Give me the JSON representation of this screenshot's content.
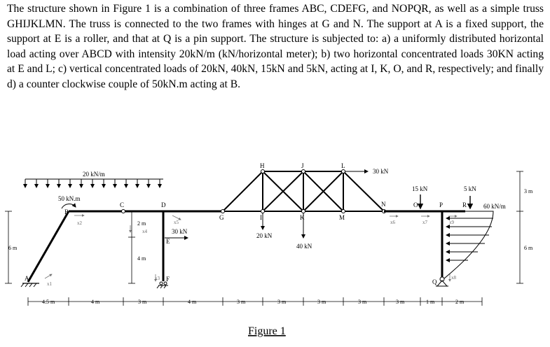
{
  "problem": {
    "paragraph": "The structure shown in Figure 1 is a combination of three frames ABC, CDEFG, and NOPQR, as well as a simple truss GHIJKLMN. The truss is connected to the two frames with hinges at G and N. The support at A is a fixed support, the support at E is a roller, and that at Q is a pin support. The structure is subjected to: a) a uniformly distributed horizontal load acting over ABCD with intensity 20kN/m (kN/horizontal meter); b) two horizontal concentrated loads 30KN acting at E and L; c) vertical concentrated loads of 20kN, 40kN, 15kN and 5kN, acting at I, K, O, and R, respectively; and finally d) a counter clockwise couple of 50kN.m acting at B."
  },
  "figure": {
    "caption": "Figure 1",
    "node_labels": {
      "A": "A",
      "B": "B",
      "C": "C",
      "D": "D",
      "E": "E",
      "F": "F",
      "G": "G",
      "H": "H",
      "I": "I",
      "J": "J",
      "K": "K",
      "L": "L",
      "M": "M",
      "N": "N",
      "O": "O",
      "P": "P",
      "Q": "Q",
      "R": "R"
    },
    "loads": {
      "udl": "20 kN/m",
      "couple": "50 kN.m",
      "at_L": "30 kN",
      "at_E": "30 kN",
      "at_I": "20 kN",
      "at_K": "40 kN",
      "at_O": "15 kN",
      "at_R": "5 kN",
      "distributed_right": "60 kN/m"
    },
    "local_axes": [
      "x1",
      "x2",
      "x3",
      "x4",
      "x5",
      "x6",
      "x7",
      "x8",
      "x9"
    ],
    "vertical_dims": {
      "left": "6 m",
      "right": "6 m",
      "top_right": "3 m",
      "cd": "2 m",
      "ef": "4 m"
    },
    "horizontal_dims": [
      "4.5 m",
      "4 m",
      "3 m",
      "4 m",
      "3 m",
      "3 m",
      "3 m",
      "3 m",
      "3 m",
      "1 m",
      "2 m"
    ]
  }
}
